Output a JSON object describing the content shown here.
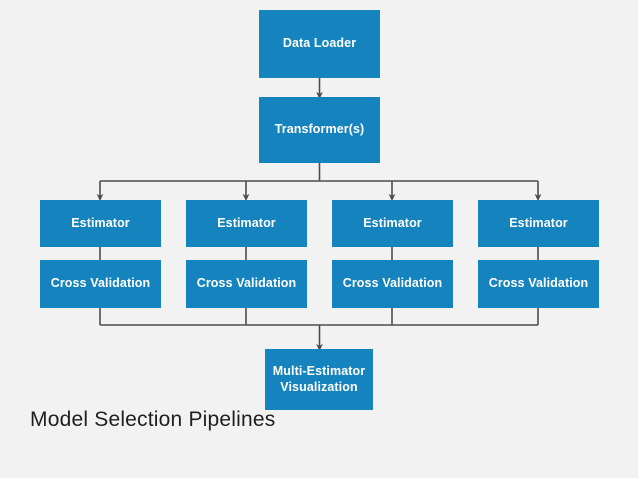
{
  "diagram": {
    "title": "Model Selection Pipelines",
    "background_color": "#f2f2f2",
    "node_color": "#1583bd",
    "node_text_color": "#ffffff",
    "edge_color": "#4d4d4d",
    "caption_color": "#1f1f1f",
    "nodes": {
      "data_loader": "Data Loader",
      "transformers": "Transformer(s)",
      "estimator_1": "Estimator",
      "estimator_2": "Estimator",
      "estimator_3": "Estimator",
      "estimator_4": "Estimator",
      "cross_validation_1": "Cross Validation",
      "cross_validation_2": "Cross Validation",
      "cross_validation_3": "Cross Validation",
      "cross_validation_4": "Cross Validation",
      "multi_estimator_line1": "Multi-Estimator",
      "multi_estimator_line2": "Visualization"
    }
  }
}
